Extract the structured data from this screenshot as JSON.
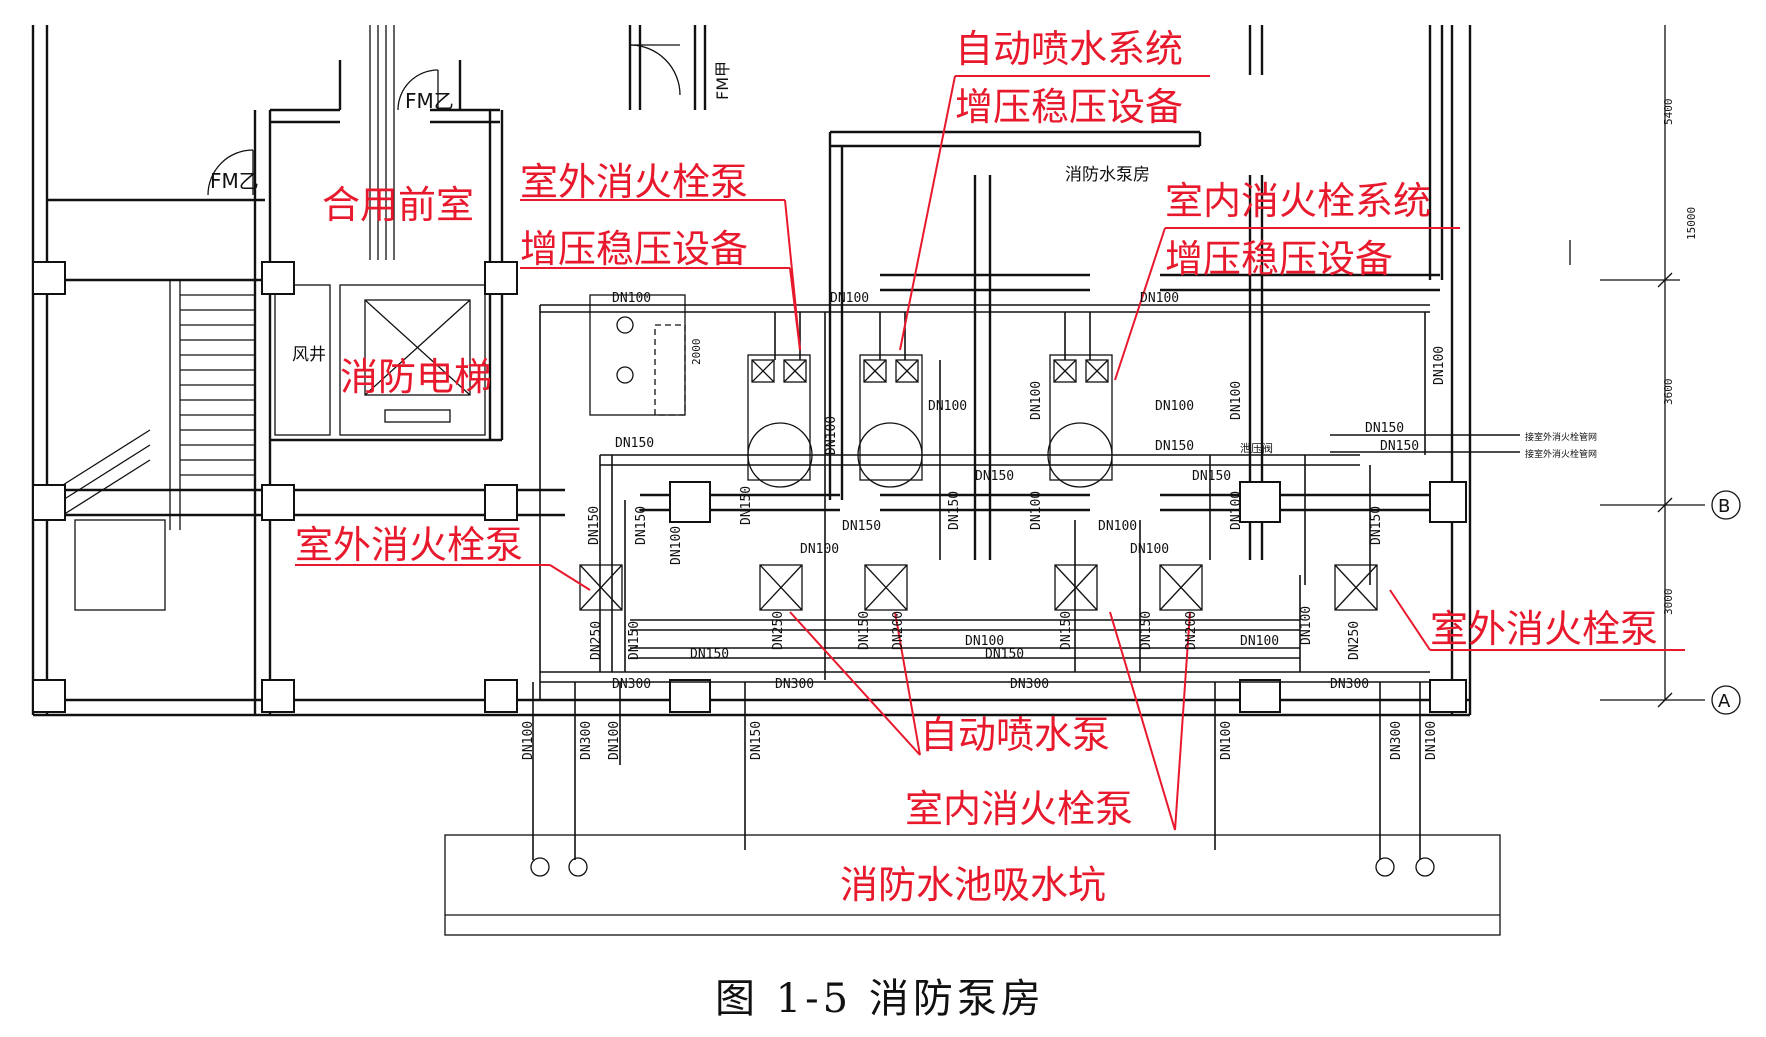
{
  "labels": {
    "auto_sprinkler_system": "自动喷水系统",
    "auto_sprinkler_booster": "增压稳压设备",
    "outdoor_hydrant_pump_top": "室外消火栓泵",
    "outdoor_booster": "增压稳压设备",
    "shared_anteroom": "合用前室",
    "fire_elevator": "消防电梯",
    "indoor_hydrant_system": "室内消火栓系统",
    "indoor_booster": "增压稳压设备",
    "outdoor_hydrant_pump_left": "室外消火栓泵",
    "outdoor_hydrant_pump_right": "室外消火栓泵",
    "auto_sprinkler_pump": "自动喷水泵",
    "indoor_hydrant_pump": "室内消火栓泵",
    "fire_pool_sump": "消防水池吸水坑",
    "pump_room": "消防水泵房",
    "air_shaft": "风井",
    "door_fm_left": "FM乙",
    "door_fm_top": "FM乙",
    "door_fm_right": "FM甲",
    "axis_b": "B",
    "axis_a": "A",
    "outlet_1": "接室外消火栓管网",
    "outlet_2": "接室外消火栓管网",
    "flow_note": "泄压阀"
  },
  "dims": {
    "d1": "5400",
    "d2": "15000",
    "d3": "3600",
    "d4": "3000",
    "d5": "2000"
  },
  "pipes": {
    "dn100": "DN100",
    "dn150": "DN150",
    "dn200": "DN200",
    "dn250": "DN250",
    "dn300": "DN300"
  },
  "caption": "图 1-5   消防泵房"
}
